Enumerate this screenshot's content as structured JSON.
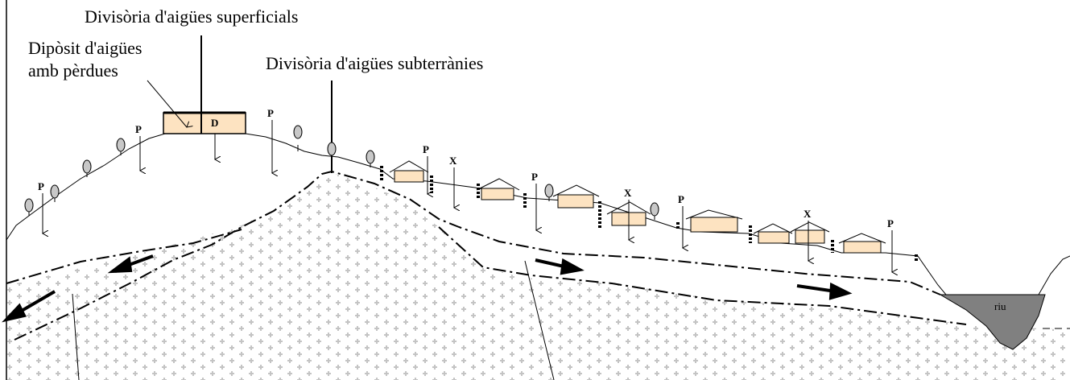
{
  "labels": {
    "surface_divide": "Divisòria d'aigües superficials",
    "tank_line1": "Dipòsit d'aigües",
    "tank_line2": "amb pèrdues",
    "groundwater_divide": "Divisòria d'aigües subterrànies",
    "tank_tag": "D",
    "river": "riu"
  },
  "markers": {
    "p": "P",
    "x": "X"
  },
  "colors": {
    "house_fill": "#fde3c1",
    "tree_fill": "#c8c8c8",
    "river_fill": "#808080",
    "rock_dot": "#c4c4c4"
  }
}
